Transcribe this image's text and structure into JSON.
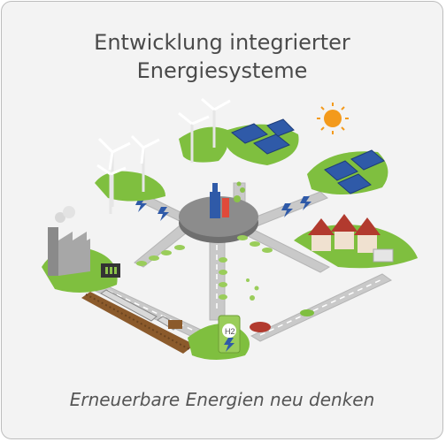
{
  "header": {
    "title_line1": "Entwicklung integrierter",
    "title_line2": "Energiesysteme"
  },
  "footer": {
    "tagline": "Erneuerbare Energien neu denken"
  },
  "illustration": {
    "hub_icons": [
      "wind-turbine-icon",
      "solar-panel-icon",
      "sun-icon",
      "house-icon",
      "factory-icon",
      "train-icon",
      "hydrogen-station-icon",
      "car-icon",
      "battery-icon"
    ],
    "hydrogen_label": "H2"
  },
  "colors": {
    "grass": "#7fbf3f",
    "road": "#c8c8c8",
    "solar": "#2f5aa8",
    "roof": "#b23a2e",
    "sun": "#f39a1c",
    "hub": "#6c6c6c"
  }
}
